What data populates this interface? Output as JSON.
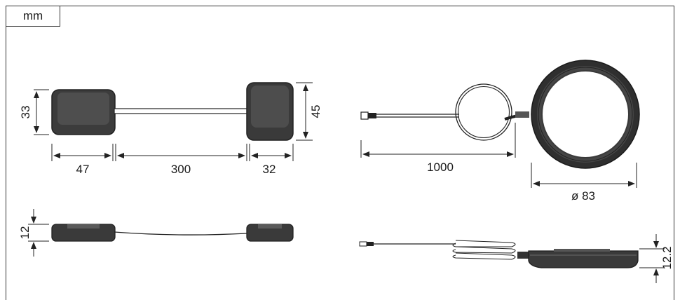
{
  "unit_label": "mm",
  "top_left": {
    "height_a": "33",
    "height_b": "45",
    "width_a": "47",
    "cable_length": "300",
    "width_b": "32"
  },
  "top_right": {
    "cable_length": "1000",
    "diameter": "ø 83"
  },
  "bottom_left": {
    "thickness": "12"
  },
  "bottom_right": {
    "thickness": "12.2"
  },
  "colors": {
    "line": "#333333",
    "body_dark": "#2a2a2a",
    "body_mid": "#4a4a4a",
    "body_light": "#6a6a6a",
    "inner_ring": "#3a3a3a"
  }
}
